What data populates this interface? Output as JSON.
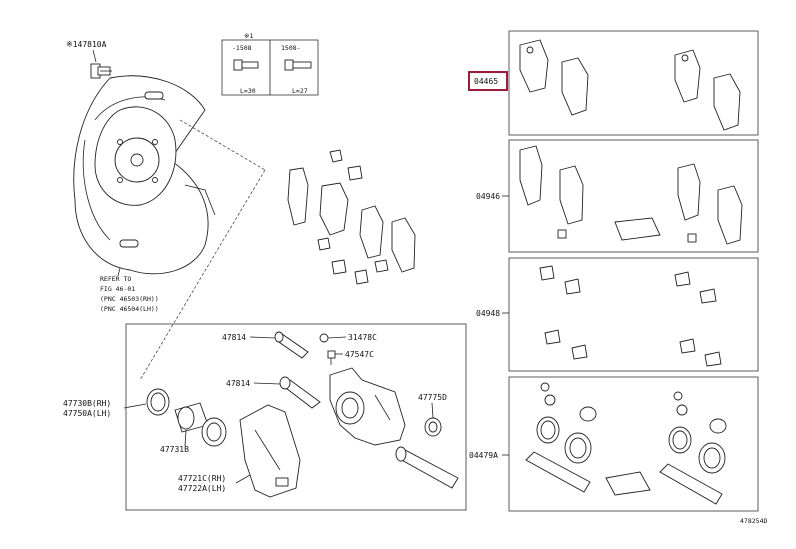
{
  "labels": {
    "bolt_top": "※147810A",
    "note_mark": "※1",
    "note_col1": "-1508",
    "note_col2": "1508-",
    "note_len1": "L=30",
    "note_len2": "L=27",
    "refer_line1": "REFER TO",
    "refer_line2": "FIG 46-01",
    "refer_line3": "(PNC 46503(RH))",
    "refer_line4": "(PNC 46504(LH))",
    "p47814_a": "47814",
    "p47814_b": "47814",
    "p31478C": "31478C",
    "p47547C": "47547C",
    "p47775D": "47775D",
    "p47730B": "47730B(RH)",
    "p47750A": "47750A(LH)",
    "p47731B": "47731B",
    "p47721C": "47721C(RH)",
    "p47722A": "47722A(LH)",
    "p04465": "04465",
    "p04946": "04946",
    "p04948": "04948",
    "p04479A": "04479A",
    "diagram_id": "478254D"
  }
}
